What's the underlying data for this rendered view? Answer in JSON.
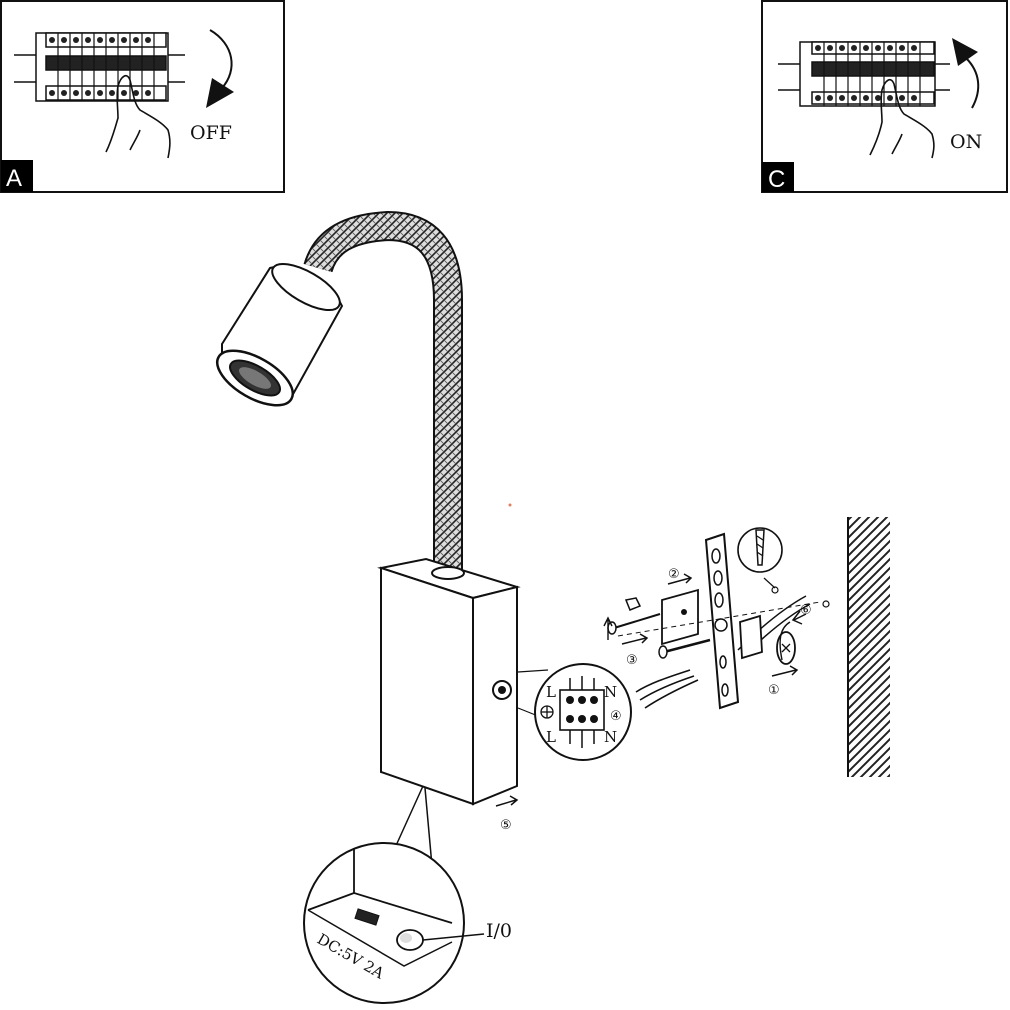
{
  "panel_a": {
    "letter": "A",
    "label": "OFF"
  },
  "panel_c": {
    "letter": "C",
    "label": "ON"
  },
  "steps": [
    "①",
    "②",
    "③",
    "④",
    "⑤",
    "⑥"
  ],
  "terminal": {
    "left_top": "L",
    "right_top": "N",
    "left_bottom": "L",
    "right_bottom": "N"
  },
  "switch_label": "I/0",
  "rating_label": "DC:5V 2A",
  "colors": {
    "ink": "#111111",
    "wall_hatch": "#222222",
    "background": "#ffffff"
  }
}
